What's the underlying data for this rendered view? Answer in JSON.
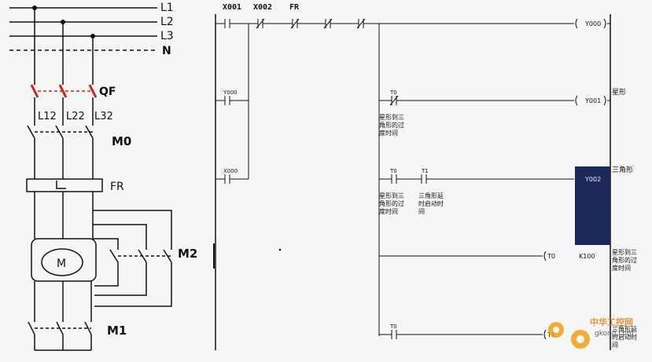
{
  "power_circuit": {
    "lines": [
      "L1",
      "L2",
      "L3",
      "N"
    ],
    "breaker": "QF",
    "branch_lines": [
      "L12",
      "L22",
      "L32"
    ],
    "contactor_main": "M0",
    "overload_relay": "FR",
    "contactor_delta": "M2",
    "motor": "M",
    "contactor_star": "M1"
  },
  "ladder": {
    "inputs": [
      "X001",
      "X002",
      "FR"
    ],
    "rung1": {
      "output": "Y000"
    },
    "rung2": {
      "seal_contact": "Y000",
      "timer_contact": "T0",
      "timer_comment": [
        "星形到三",
        "角形的过",
        "度时间"
      ],
      "output": "Y001",
      "output_label": "星形"
    },
    "rung3": {
      "seal_contact": "X000",
      "timer0": "T0",
      "timer1": "T1",
      "comment_t0": [
        "星形到三",
        "角形的过",
        "度时间"
      ],
      "comment_t1": [
        "三角形延",
        "时启动时",
        "间"
      ],
      "output": "Y002",
      "output_label": "三角形"
    },
    "rung4": {
      "timer_output": "T0",
      "preset": "K100",
      "comment": [
        "星形到三",
        "角形的过",
        "度时间"
      ]
    },
    "rung5": {
      "timer_contact": "T0",
      "timer_output": "T1",
      "comment": [
        "三角形延",
        "时启动时",
        "间"
      ]
    }
  },
  "watermark": {
    "brand": "中华工控网",
    "site": "gkong.com"
  }
}
